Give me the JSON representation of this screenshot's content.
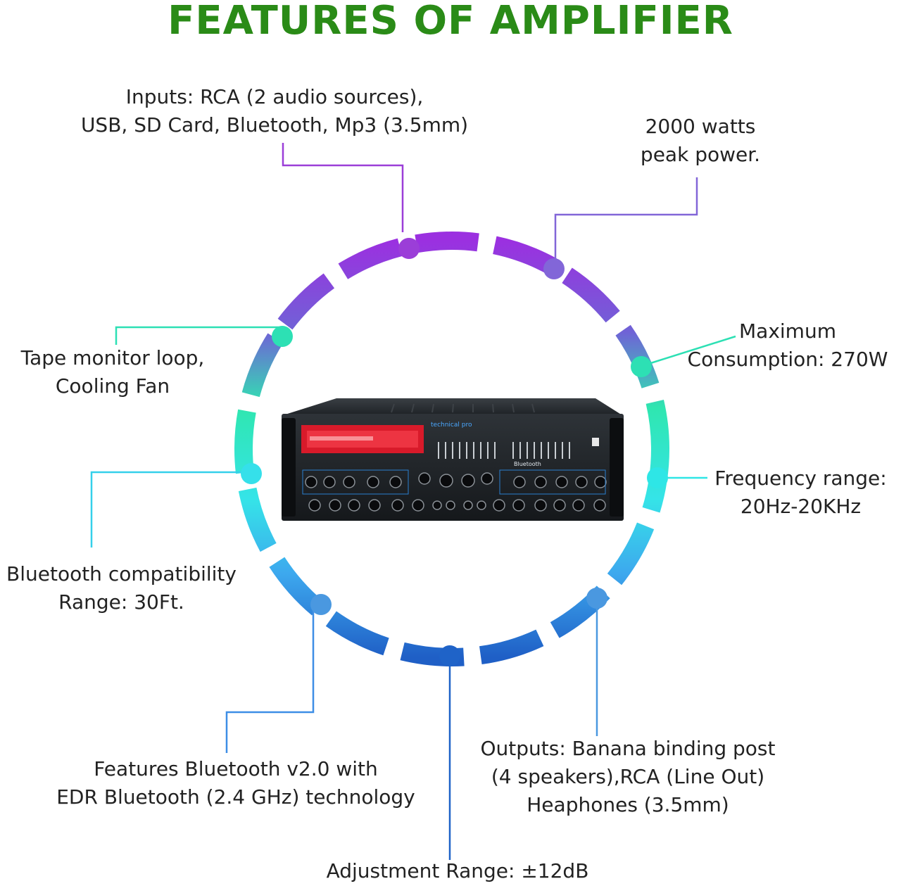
{
  "title": "FEATURES OF AMPLIFIER",
  "colors": {
    "title": "#2a8b17",
    "purple": "#9b3ed8",
    "violet": "#8266d8",
    "teal": "#2de0b4",
    "cyan": "#2ee6e6",
    "sky": "#3dbaf0",
    "blue": "#4a98e0",
    "navy": "#1f63c8"
  },
  "features": {
    "inputs": [
      "Inputs: RCA (2 audio sources),",
      "USB, SD Card, Bluetooth, Mp3 (3.5mm)"
    ],
    "power": [
      "2000 watts",
      "peak power."
    ],
    "tape": [
      "Tape monitor loop,",
      "Cooling Fan"
    ],
    "consumption": [
      "Maximum",
      "Consumption: 270W"
    ],
    "frequency": [
      "Frequency range:",
      "20Hz-20KHz"
    ],
    "bt_range": [
      "Bluetooth compatibility",
      "Range: 30Ft."
    ],
    "bt_version": [
      "Features Bluetooth v2.0 with",
      "EDR Bluetooth (2.4 GHz) technology"
    ],
    "outputs": [
      "Outputs: Banana binding post",
      "(4 speakers),RCA (Line Out)",
      "Heaphones (3.5mm)"
    ],
    "adjustment": [
      "Adjustment Range: ±12dB"
    ]
  },
  "amplifier": {
    "brand": "technical pro",
    "bluetooth_label": "Bluetooth"
  }
}
